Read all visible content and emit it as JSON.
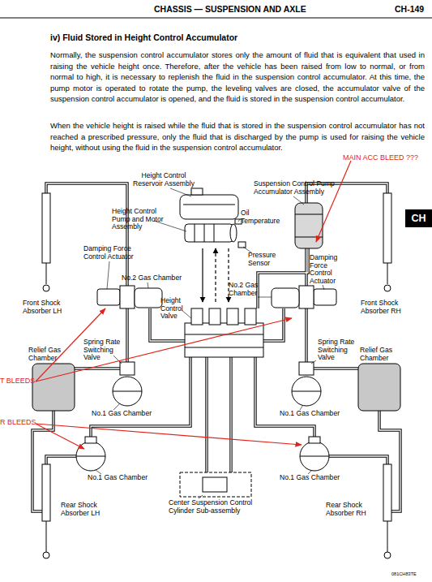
{
  "diagram": {
    "title": "iv) Fluid Stored in Height Control Accumulator",
    "nodes": [
      {
        "text": [
          "CH"
        ]
      }
    ],
    "labels": [
      "CHASSIS — SUSPENSION AND AXLE",
      "CH-149",
      "Normally, the suspension control accumulator stores only the amount of fluid that is equivalent that used in raising the vehicle height once. Therefore, after the vehicle has been raised from low to normal, or from normal to high, it is necessary to replenish the fluid in the suspension control accumulator. At this time, the pump motor is operated to rotate the pump, the leveling valves are closed, the accumulator valve of the suspension control accumulator is opened, and the fluid is stored in the suspension control accumulator.",
      "When the vehicle height is raised while the fluid that is stored in the suspension control accumulator has not reached a prescribed pressure, only the fluid that is discharged by the pump is used for raising the vehicle height, without using the fluid in the suspension control accumulator.",
      "MAIN ACC BLEED ???",
      "Height Control Reservoir Assembly",
      "Suspension Control Pump Accumulator Assembly",
      "Height Control Pump and Motor Assembly",
      "Oil Temperature",
      "Pressure Sensor",
      "Damping Force Control Actuator",
      "Damping Force Control Actuator",
      "No.2 Gas Chamber",
      "No.2 Gas Chamber",
      "Height Control Valve",
      "Front Shock Absorber LH",
      "Front Shock Absorber RH",
      "Spring Rate Switching Valve",
      "Relief Gas Chamber",
      "Spring Rate Switching Valve",
      "Relief Gas Chamber",
      "T BLEEDS",
      "No.1 Gas Chamber",
      "No.1 Gas Chamber",
      "R BLEEDS",
      "No.1 Gas Chamber",
      "No.1 Gas Chamber",
      "Center Suspension Control Cylinder Sub-assembly",
      "Rear Shock Absorber LH",
      "Rear Shock Absorber RH",
      "081CH83TE"
    ]
  }
}
